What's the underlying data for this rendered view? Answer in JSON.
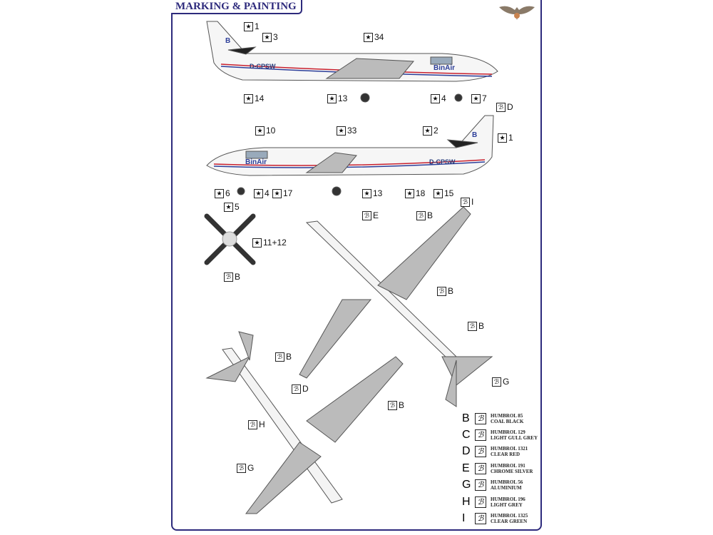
{
  "header": {
    "title": "MARKING & PAINTING"
  },
  "registration": "D-CPSW",
  "airline_logo": "BinAir",
  "tail_logo": "B",
  "decal_callouts": {
    "side1": [
      "1",
      "3",
      "34",
      "14",
      "13",
      "4",
      "7"
    ],
    "side2": [
      "10",
      "33",
      "2",
      "1",
      "6",
      "4",
      "17",
      "13",
      "18",
      "15"
    ],
    "prop": [
      "5",
      "11+12"
    ]
  },
  "paint_callouts": {
    "side2": [
      "D"
    ],
    "prop": [
      "B"
    ],
    "top": [
      "E",
      "B",
      "I",
      "B",
      "B",
      "G"
    ],
    "bottom": [
      "B",
      "D",
      "H",
      "B",
      "G"
    ]
  },
  "legend": [
    {
      "code": "B",
      "line1": "HUMBROL 85",
      "line2": "COAL BLACK"
    },
    {
      "code": "C",
      "line1": "HUMBROL 129",
      "line2": "LIGHT GULL GREY"
    },
    {
      "code": "D",
      "line1": "HUMBROL 1321",
      "line2": "CLEAR RED"
    },
    {
      "code": "E",
      "line1": "HUMBROL 191",
      "line2": "CHROME SILVER"
    },
    {
      "code": "G",
      "line1": "HUMBROL 56",
      "line2": "ALUMINIUM"
    },
    {
      "code": "H",
      "line1": "HUMBROL 196",
      "line2": "LIGHT GREY"
    },
    {
      "code": "I",
      "line1": "HUMBROL 1325",
      "line2": "CLEAR GREEN"
    }
  ],
  "colors": {
    "border": "#2d2a7c",
    "stripe_red": "#c8202e",
    "stripe_blue": "#2c3e99"
  }
}
